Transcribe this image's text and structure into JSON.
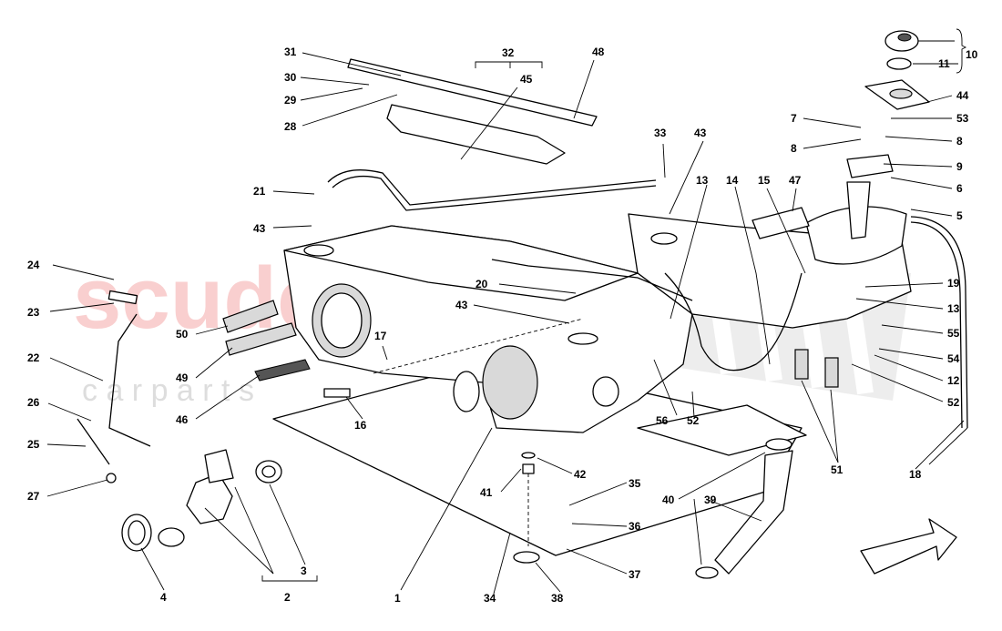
{
  "watermark": {
    "brand": "scuderia",
    "sub": "c a r p a r t s"
  },
  "labels": [
    {
      "id": "1",
      "text": "1"
    },
    {
      "id": "2",
      "text": "2"
    },
    {
      "id": "3",
      "text": "3"
    },
    {
      "id": "4",
      "text": "4"
    },
    {
      "id": "5",
      "text": "5"
    },
    {
      "id": "6",
      "text": "6"
    },
    {
      "id": "7",
      "text": "7"
    },
    {
      "id": "8a",
      "text": "8"
    },
    {
      "id": "8b",
      "text": "8"
    },
    {
      "id": "9",
      "text": "9"
    },
    {
      "id": "10",
      "text": "10"
    },
    {
      "id": "11",
      "text": "11"
    },
    {
      "id": "12",
      "text": "12"
    },
    {
      "id": "13a",
      "text": "13"
    },
    {
      "id": "13b",
      "text": "13"
    },
    {
      "id": "14",
      "text": "14"
    },
    {
      "id": "15",
      "text": "15"
    },
    {
      "id": "16",
      "text": "16"
    },
    {
      "id": "17",
      "text": "17"
    },
    {
      "id": "18",
      "text": "18"
    },
    {
      "id": "19",
      "text": "19"
    },
    {
      "id": "20",
      "text": "20"
    },
    {
      "id": "21",
      "text": "21"
    },
    {
      "id": "22",
      "text": "22"
    },
    {
      "id": "23",
      "text": "23"
    },
    {
      "id": "24",
      "text": "24"
    },
    {
      "id": "25",
      "text": "25"
    },
    {
      "id": "26",
      "text": "26"
    },
    {
      "id": "27",
      "text": "27"
    },
    {
      "id": "28",
      "text": "28"
    },
    {
      "id": "29",
      "text": "29"
    },
    {
      "id": "30",
      "text": "30"
    },
    {
      "id": "31",
      "text": "31"
    },
    {
      "id": "32",
      "text": "32"
    },
    {
      "id": "33",
      "text": "33"
    },
    {
      "id": "34",
      "text": "34"
    },
    {
      "id": "35",
      "text": "35"
    },
    {
      "id": "36",
      "text": "36"
    },
    {
      "id": "37",
      "text": "37"
    },
    {
      "id": "38",
      "text": "38"
    },
    {
      "id": "39",
      "text": "39"
    },
    {
      "id": "40",
      "text": "40"
    },
    {
      "id": "41",
      "text": "41"
    },
    {
      "id": "42",
      "text": "42"
    },
    {
      "id": "43a",
      "text": "43"
    },
    {
      "id": "43b",
      "text": "43"
    },
    {
      "id": "43c",
      "text": "43"
    },
    {
      "id": "44",
      "text": "44"
    },
    {
      "id": "45",
      "text": "45"
    },
    {
      "id": "46",
      "text": "46"
    },
    {
      "id": "47",
      "text": "47"
    },
    {
      "id": "48",
      "text": "48"
    },
    {
      "id": "49",
      "text": "49"
    },
    {
      "id": "50",
      "text": "50"
    },
    {
      "id": "51",
      "text": "51"
    },
    {
      "id": "52a",
      "text": "52"
    },
    {
      "id": "52b",
      "text": "52"
    },
    {
      "id": "53",
      "text": "53"
    },
    {
      "id": "54",
      "text": "54"
    },
    {
      "id": "55",
      "text": "55"
    },
    {
      "id": "56",
      "text": "56"
    }
  ]
}
